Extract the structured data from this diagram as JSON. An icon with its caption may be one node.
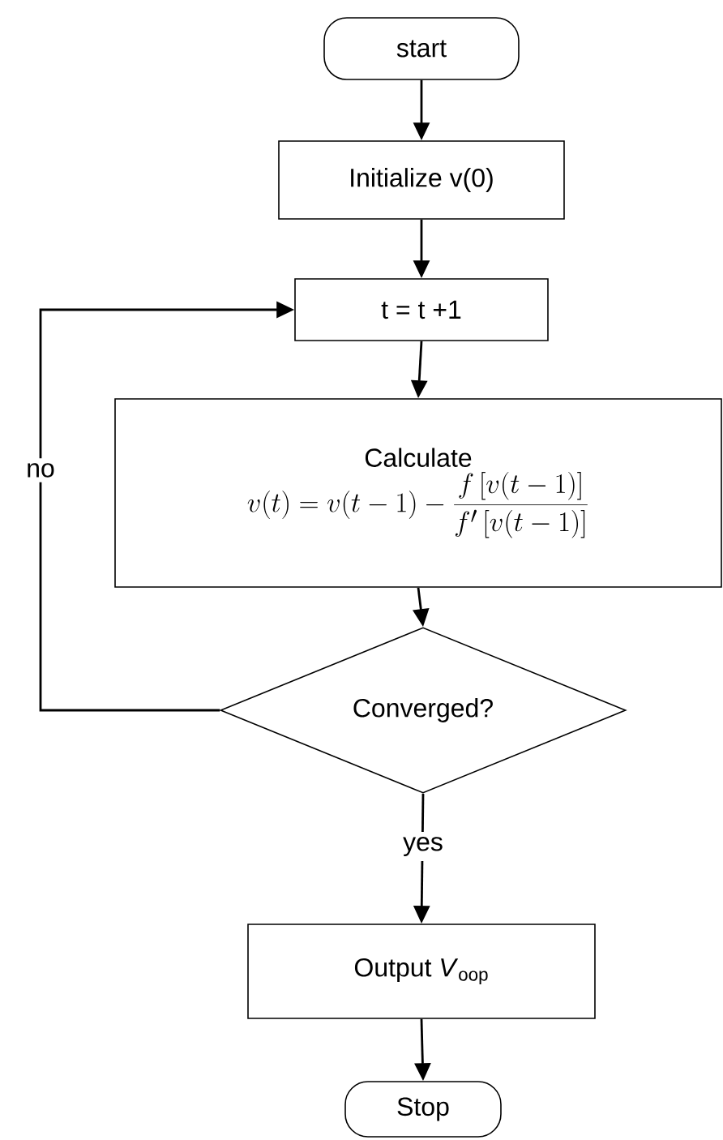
{
  "diagram": {
    "nodes": [
      {
        "text": [
          "start"
        ]
      },
      {
        "text": [
          "Initialize v(0)"
        ]
      },
      {
        "text": [
          "t = t +1"
        ]
      },
      {
        "text": [
          "Calculate",
          "v(t) = v(t-1) - \\frac{f\\left[v(t-1)\\right]}{f'\\left[v(t-1)\\right]}"
        ]
      },
      {
        "text": [
          "Converged?"
        ]
      },
      {
        "text": [
          "Output *V*$_{oop}$"
        ]
      },
      {
        "text": [
          "Stop"
        ]
      }
    ],
    "edges": [
      {
        "from": 0,
        "to": 1,
        "arrow": "to"
      },
      {
        "from": 1,
        "to": 2,
        "arrow": "to"
      },
      {
        "from": 2,
        "to": 3,
        "arrow": "to"
      },
      {
        "from": 3,
        "to": 4,
        "arrow": "to"
      },
      {
        "from": 4,
        "to": 5,
        "arrow": "to",
        "label": "yes"
      },
      {
        "from": 5,
        "to": 6,
        "arrow": "to"
      },
      {
        "from": 4,
        "to": 2,
        "arrow": "to",
        "label": "no"
      }
    ]
  }
}
